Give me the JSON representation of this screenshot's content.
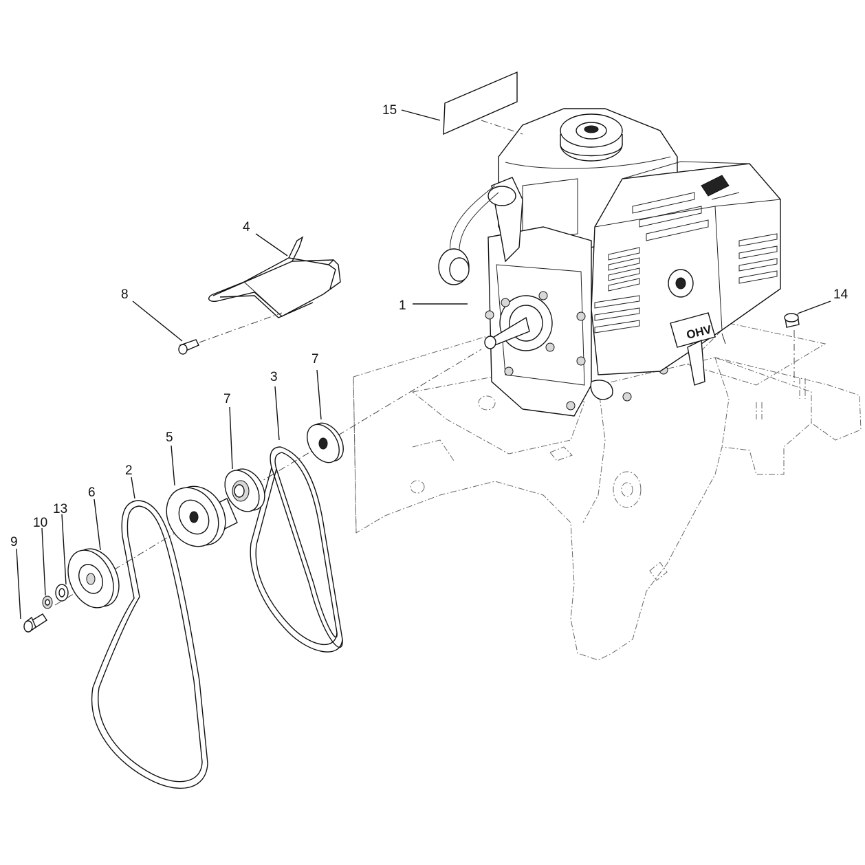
{
  "callouts": [
    {
      "id": "c15",
      "label": "15"
    },
    {
      "id": "c4",
      "label": "4"
    },
    {
      "id": "c8",
      "label": "8"
    },
    {
      "id": "c1",
      "label": "1"
    },
    {
      "id": "c14",
      "label": "14"
    },
    {
      "id": "c7a",
      "label": "7"
    },
    {
      "id": "c3",
      "label": "3"
    },
    {
      "id": "c7b",
      "label": "7"
    },
    {
      "id": "c5",
      "label": "5"
    },
    {
      "id": "c2",
      "label": "2"
    },
    {
      "id": "c6",
      "label": "6"
    },
    {
      "id": "c13",
      "label": "13"
    },
    {
      "id": "c10",
      "label": "10"
    },
    {
      "id": "c9",
      "label": "9"
    }
  ],
  "engine": {
    "ohv_mark": "OHV"
  }
}
